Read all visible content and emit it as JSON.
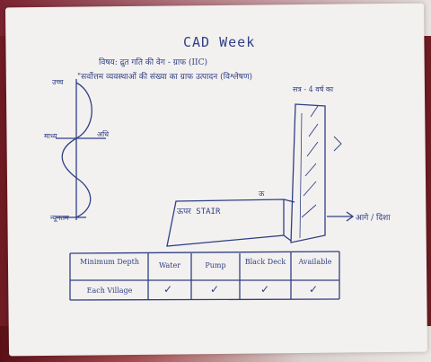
{
  "heading": "CAD Week",
  "lines": [
    "विषय: द्रुत गति की वेग - ग्राफ (IIC)",
    "\"सर्वोत्तम व्यवस्थाओं की संख्या का ग्राफ उत्पादन (विश्लेषण)",
    "सत्र - 4 वर्ष का"
  ],
  "graph_labels": {
    "top": "उच्च",
    "middle_left": "माध्य",
    "middle_right": "अधि",
    "bottom": "न्यूनतम"
  },
  "drawing_labels": {
    "plank": "ऊपर STAIR",
    "arrow": "आगे / दिशा",
    "small": "ऊ"
  },
  "table": {
    "headers": [
      "Minimum Depth",
      "Water",
      "Pump",
      "Black Deck",
      "Available"
    ],
    "row": {
      "label": "Each Village",
      "marks": [
        "✓",
        "✓",
        "✓",
        "✓"
      ]
    }
  }
}
